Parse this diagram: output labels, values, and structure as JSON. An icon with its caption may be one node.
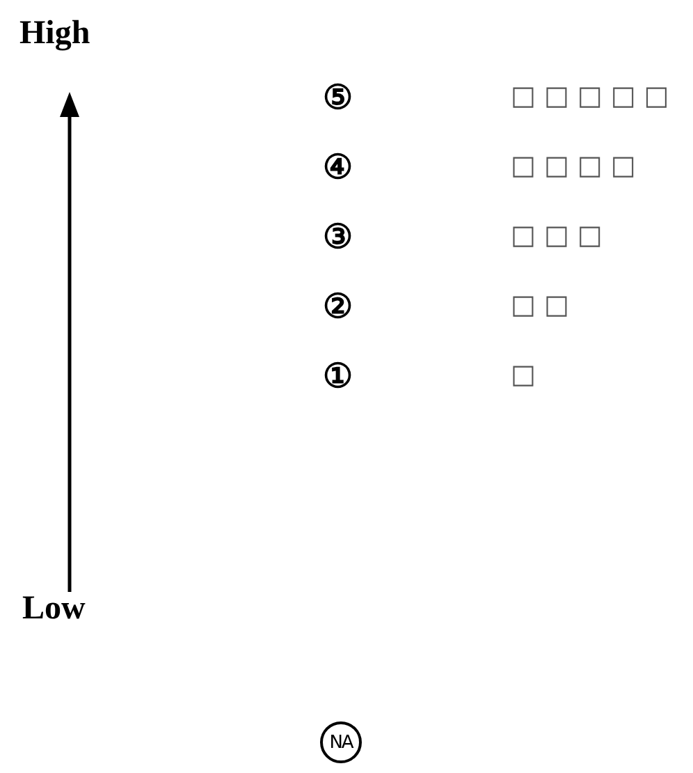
{
  "diagram": {
    "nodes": [
      {
        "text": [
          "NA"
        ]
      }
    ],
    "edges": [],
    "labels": [
      "High",
      "⑤",
      "□□□□□",
      "④",
      "□□□□",
      "③",
      "□□□",
      "②",
      "□□",
      "①",
      "□",
      "Low"
    ]
  }
}
